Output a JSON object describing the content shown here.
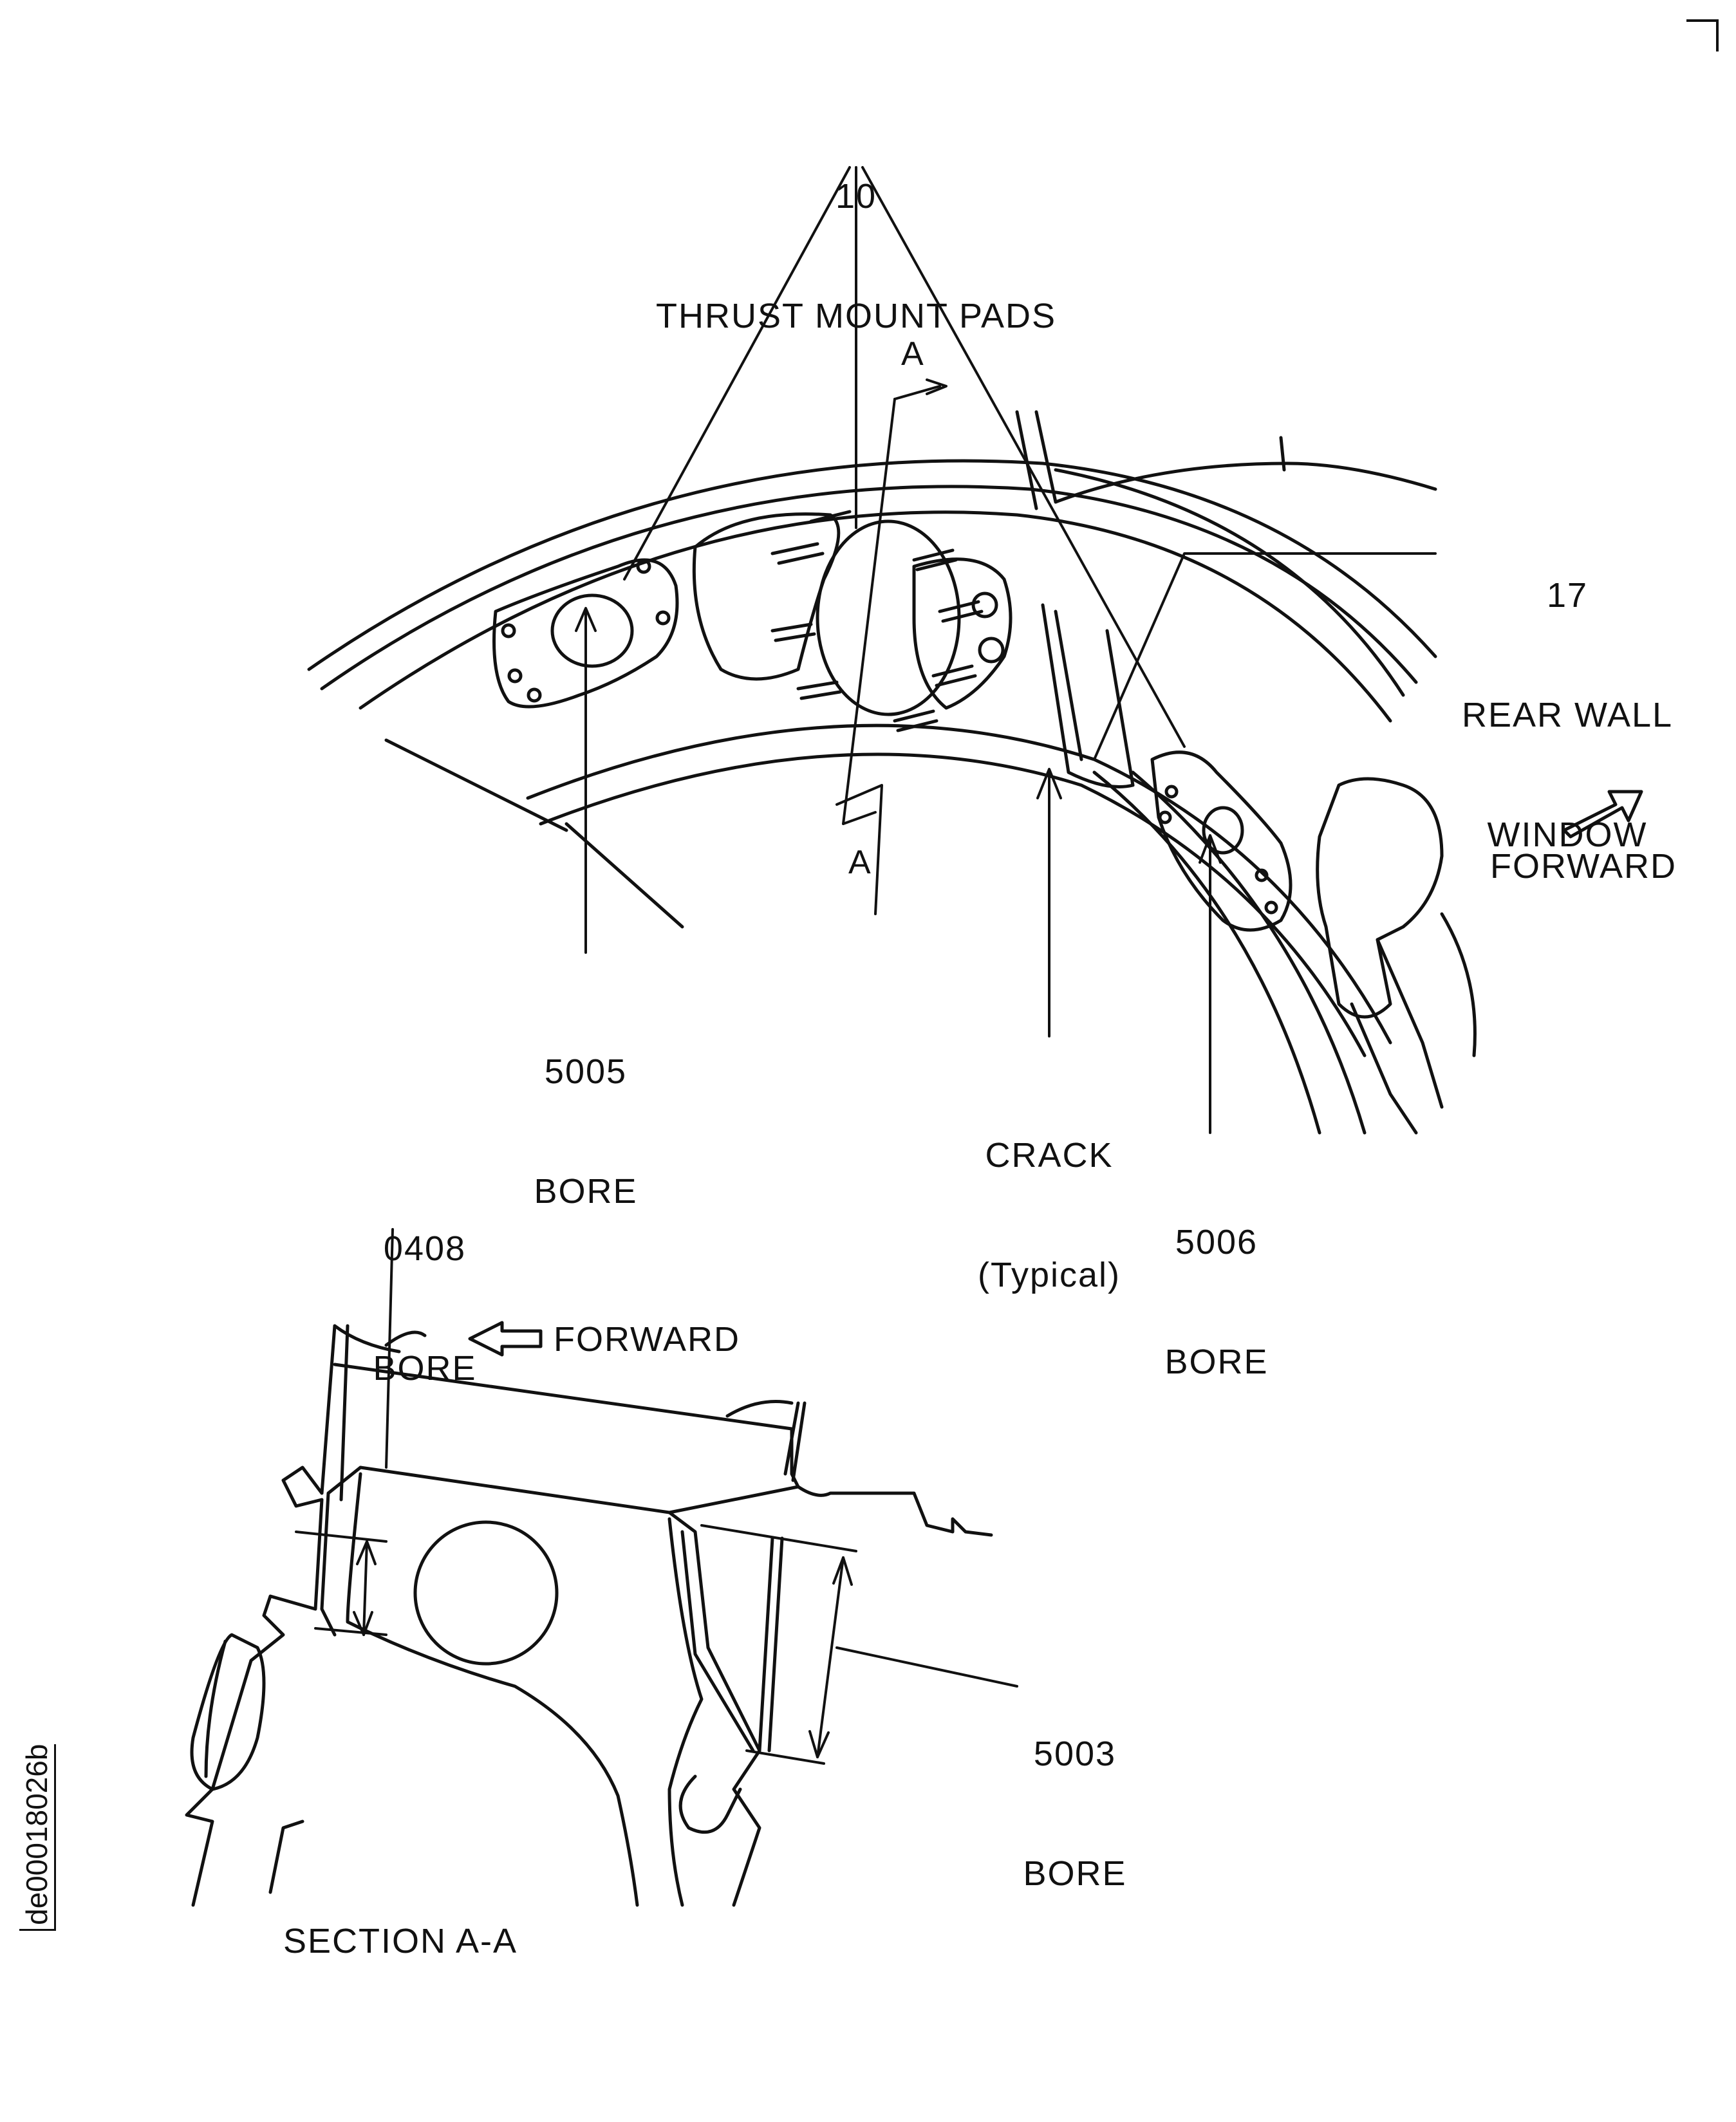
{
  "labels": {
    "thrust_mount_pads": {
      "number": "10",
      "text": "THRUST MOUNT PADS"
    },
    "rear_wall_window": {
      "number": "17",
      "line1": "REAR WALL",
      "line2": "WINDOW"
    },
    "bore_5005": {
      "number": "5005",
      "text": "BORE"
    },
    "bore_5006": {
      "number": "5006",
      "text": "BORE"
    },
    "crack": {
      "line1": "CRACK",
      "line2": "(Typical)"
    },
    "forward_top": "FORWARD",
    "section_marker_top": "A",
    "section_marker_bottom": "A",
    "bore_0408": {
      "number": "0408",
      "text": "BORE"
    },
    "forward_bottom": "FORWARD",
    "bore_5003": {
      "number": "5003",
      "text": "BORE"
    },
    "section_title": "SECTION A-A"
  },
  "figure_id": "de00018026b"
}
